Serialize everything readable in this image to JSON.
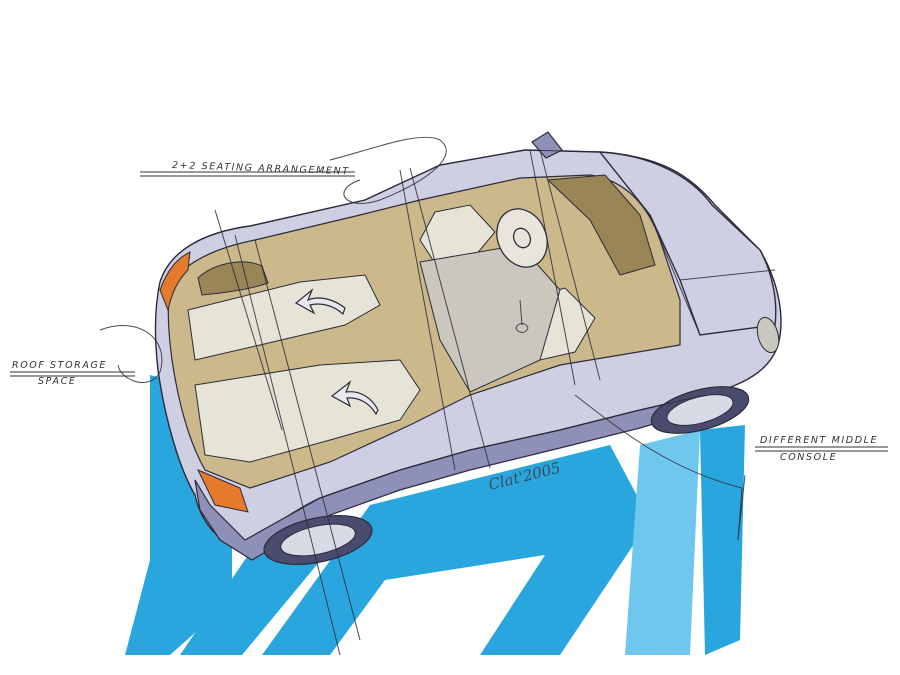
{
  "annotations": {
    "seating": "2+2 SEATING ARRANGEMENT",
    "roof_line1": "ROOF STORAGE",
    "roof_line2": "SPACE",
    "console_line1": "DIFFERENT MIDDLE",
    "console_line2": "CONSOLE"
  },
  "signature": "Clat'2005",
  "colors": {
    "shadow": "#2aa6de",
    "shadow_light": "#6fc7ee",
    "body": "#cfcfe4",
    "body_dark": "#8f90b8",
    "interior": "#cbb98c",
    "interior_dark": "#9a8556",
    "seat": "#e6e4d6",
    "glass": "#c9c7be",
    "orange": "#e47a2c",
    "ink": "#2b2b3a"
  }
}
